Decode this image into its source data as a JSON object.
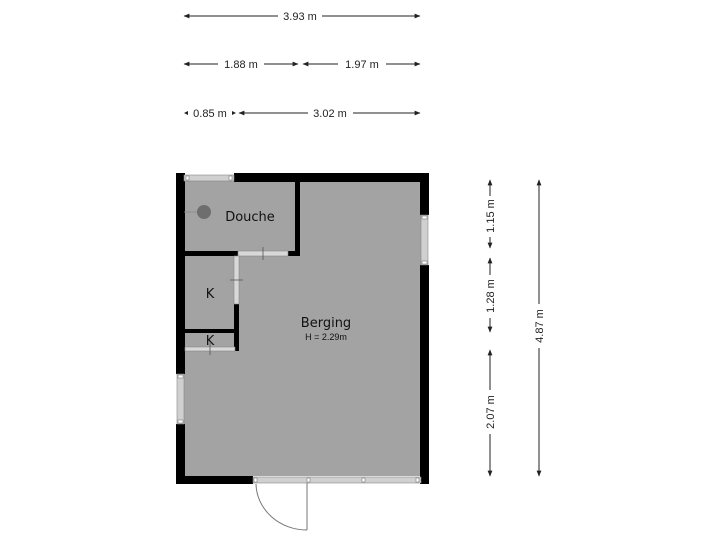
{
  "floorplan": {
    "rooms": [
      {
        "name": "Berging",
        "height": "H = 2.29m"
      },
      {
        "name": "Douche"
      },
      {
        "name": "K"
      },
      {
        "name": "K"
      }
    ],
    "dimensions": {
      "top": [
        "3.93 m",
        "1.88 m",
        "1.97 m",
        "0.85 m",
        "3.02 m"
      ],
      "right": [
        "1.15 m",
        "1.28 m",
        "2.07 m",
        "4.87 m"
      ]
    },
    "colors": {
      "floor": "#a3a3a3",
      "wall": "#000000",
      "window": "#d0d0d0",
      "dimension_line": "#222222"
    }
  }
}
